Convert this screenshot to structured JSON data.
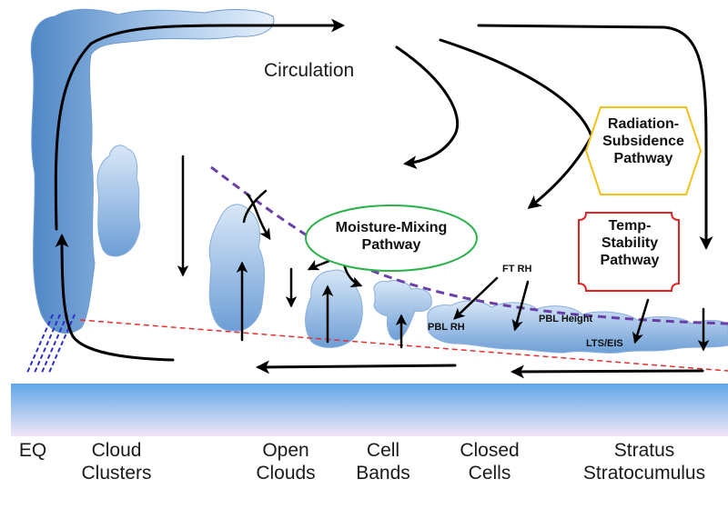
{
  "colors": {
    "cloud_dark": "#5b8fcc",
    "cloud_light": "#dbe9f8",
    "ocean_top": "#5fa7e8",
    "ocean_bottom": "#f2e6f7",
    "inversion_line": "#6a3fa8",
    "boundary_line": "#e53030",
    "rad_box_border": "#f2c21b",
    "moist_box_border": "#2bb24a",
    "temp_box_border": "#e02424",
    "arrow": "#000000",
    "rain_lines": "#2f2fd0"
  },
  "labels": {
    "circulation": "Circulation",
    "radiation_pathway": [
      "Radiation-",
      "Subsidence",
      "Pathway"
    ],
    "moisture_pathway": [
      "Moisture-Mixing",
      "Pathway"
    ],
    "temp_pathway": [
      "Temp-",
      "Stability",
      "Pathway"
    ],
    "ft_rh": "FT RH",
    "pbl_rh": "PBL RH",
    "pbl_height": "PBL Height",
    "lts_eis": "LTS/EIS"
  },
  "regimes": {
    "eq": "EQ",
    "cloud_clusters": [
      "Cloud",
      "Clusters"
    ],
    "open_clouds": [
      "Open",
      "Clouds"
    ],
    "cell_bands": [
      "Cell",
      "Bands"
    ],
    "closed_cells": [
      "Closed",
      "Cells"
    ],
    "stratus": [
      "Stratus",
      "Stratocumulus"
    ]
  }
}
